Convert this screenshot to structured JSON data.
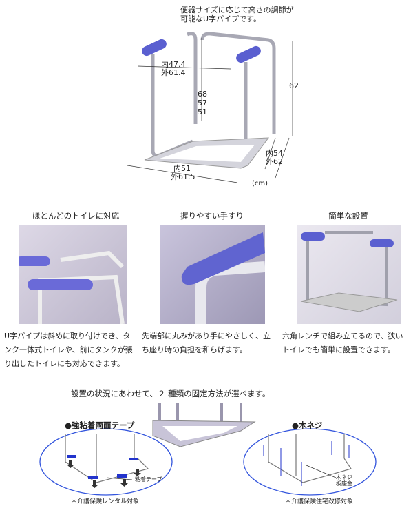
{
  "top_diagram": {
    "caption_line1": "便器サイズに応じて高さの調節が",
    "caption_line2": "可能なU字パイプです。",
    "inner_width": "内47.4",
    "outer_width": "外61.4",
    "heights": [
      "68",
      "57",
      "51"
    ],
    "total_height": "62",
    "inner_depth": "内54",
    "outer_depth": "外62",
    "inner_base": "内51",
    "outer_base": "外61.5",
    "unit": "(cm)"
  },
  "features": [
    {
      "title": "ほとんどのトイレに対応",
      "lines": [
        "U字パイプは斜めに取り付けでき、タ",
        "ンク一体式トイレや、前にタンクが張",
        "り出したトイレにも対応できます。"
      ]
    },
    {
      "title": "握りやすい手すり",
      "lines": [
        "先端部に丸みがあり手にやさしく、立",
        "ち座り時の負担を和らげます。"
      ]
    },
    {
      "title": "簡単な設置",
      "lines": [
        "六角レンチで組み立てるので、狭い",
        "トイレでも簡単に設置できます。"
      ]
    }
  ],
  "fixing": {
    "heading": "設置の状況にあわせて、２ 種類の固定方法が選べます。",
    "methods": [
      {
        "title": "●強粘着両面テープ",
        "label": "粘着テープ",
        "note": "＊介護保険レンタル対象"
      },
      {
        "title": "●木ネジ",
        "labels": [
          "木ネジ",
          "板座金"
        ],
        "note": "＊介護保険住宅改修対象"
      }
    ]
  },
  "colors": {
    "grip": "#5a5fd0",
    "frame": "#b8b8c0",
    "ellipse": "#3355dd"
  }
}
